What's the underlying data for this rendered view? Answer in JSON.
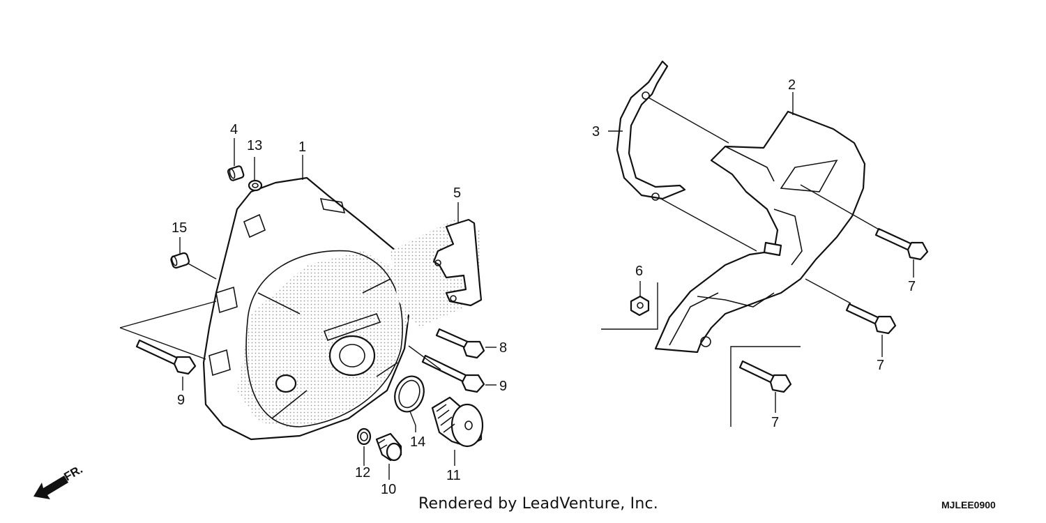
{
  "callouts": [
    "1",
    "2",
    "3",
    "4",
    "5",
    "6",
    "7",
    "7",
    "7",
    "8",
    "9",
    "9",
    "10",
    "11",
    "12",
    "13",
    "14",
    "15"
  ],
  "credit": "Rendered by LeadVenture, Inc.",
  "diagram_code": "MJLEE0900",
  "direction_label": "FR."
}
